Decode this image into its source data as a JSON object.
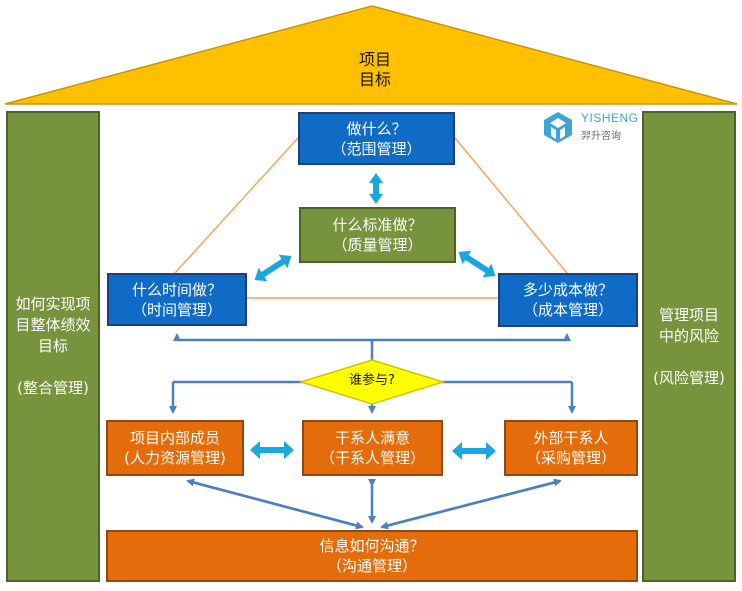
{
  "roof": {
    "line1": "项目",
    "line2": "目标"
  },
  "left_pillar": {
    "line1": "如何实现项",
    "line2": "目整体绩效",
    "line3": "目标",
    "line4": "(整合管理)"
  },
  "right_pillar": {
    "line1": "管理项目",
    "line2": "中的风险",
    "line3": "(风险管理)"
  },
  "logo": {
    "name": "YISHENG",
    "sub": "羿升咨询"
  },
  "nodes": {
    "scope": {
      "q": "做什么？",
      "a": "（范围管理）"
    },
    "quality": {
      "q": "什么标准做？",
      "a": "（质量管理）"
    },
    "time": {
      "q": "什么时间做？",
      "a": "（时间管理）"
    },
    "cost": {
      "q": "多少成本做？",
      "a": "（成本管理）"
    },
    "who": {
      "q": "谁参与?"
    },
    "hr": {
      "q": "项目内部成员",
      "a": "(人力资源管理)"
    },
    "stakeholder": {
      "q": "干系人满意",
      "a": "（干系人管理）"
    },
    "procurement": {
      "q": "外部干系人",
      "a": "（采购管理）"
    },
    "communication": {
      "q": "信息如何沟通？",
      "a": "（沟通管理）"
    }
  },
  "colors": {
    "roof": "#ffc000",
    "pillar": "#77933c",
    "blue": "#0f6bc5",
    "orange": "#e46c0a",
    "diamond": "#ffff00",
    "arrow_cyan": "#19a7e0",
    "connector": "#4f7fbf",
    "triangle_line": "#f4a460"
  }
}
